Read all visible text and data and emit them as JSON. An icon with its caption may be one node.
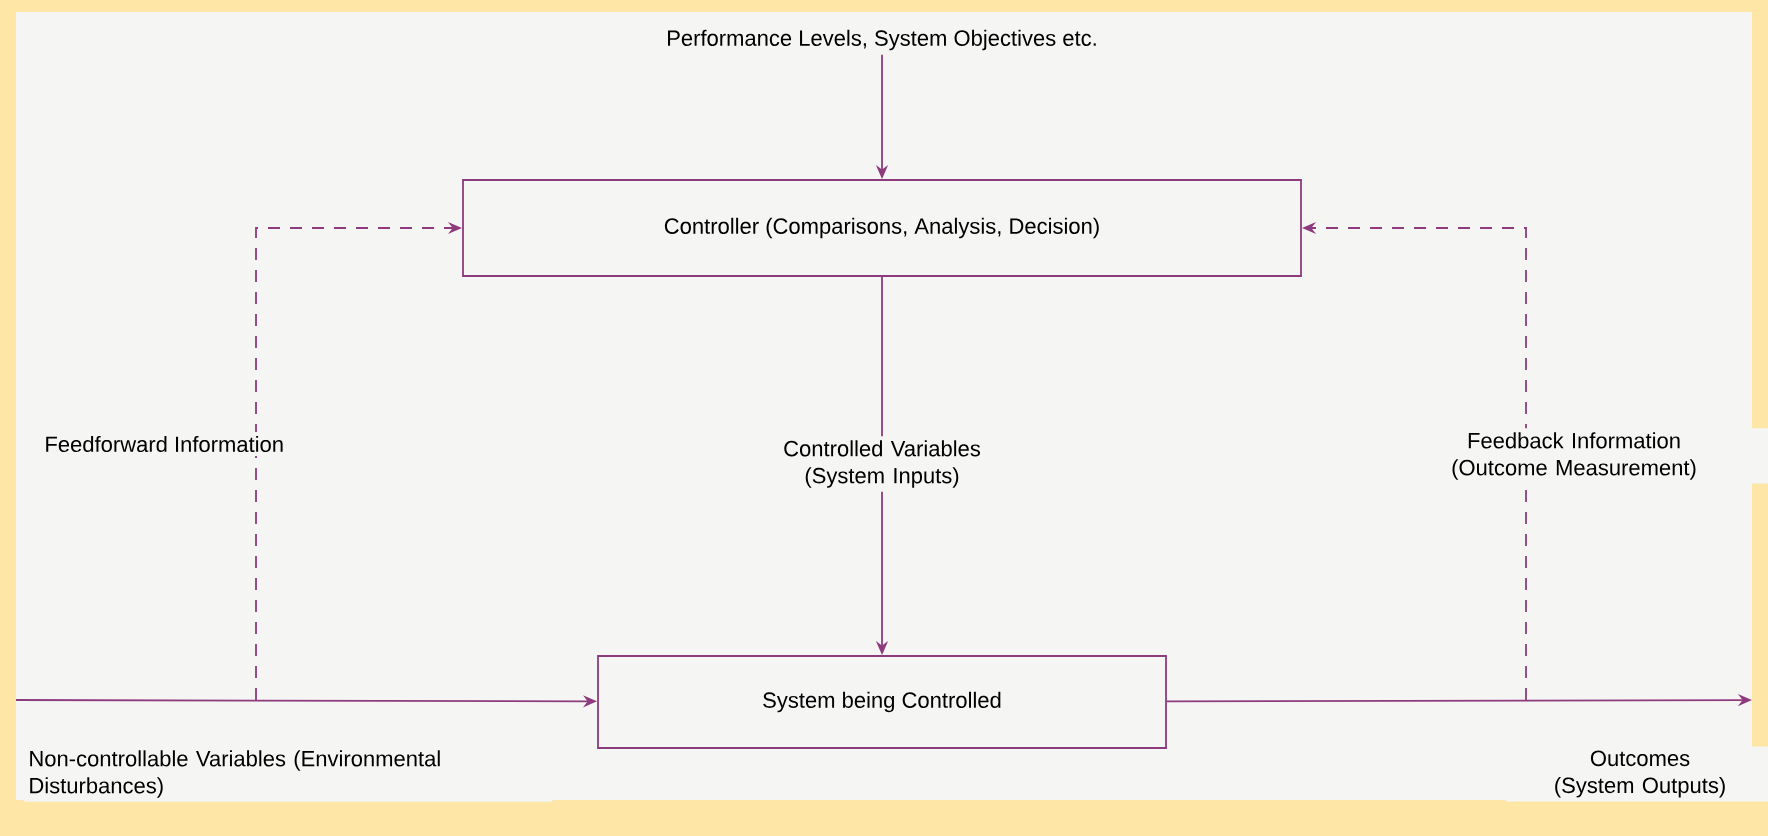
{
  "diagram": {
    "nodes": [
      {
        "text": [
          "Performance Levels, System Objectives etc."
        ]
      },
      {
        "text": [
          "Controller (Comparisons, Analysis, Decision)"
        ]
      },
      {
        "text": [
          "System being Controlled"
        ]
      }
    ],
    "edges": [
      {
        "from": 0,
        "to": 1,
        "arrow": "to"
      },
      {
        "from": 1,
        "to": 2,
        "arrow": "to",
        "label": "Controlled Variables (System Inputs)"
      },
      {
        "from": null,
        "to": 2,
        "arrow": "to",
        "label": "Non-controllable Variables (Environmental Disturbances)"
      },
      {
        "from": 2,
        "to": null,
        "arrow": "to",
        "label": "Outcomes (System Outputs)"
      },
      {
        "from": null,
        "to": 1,
        "arrow": "to",
        "style": "dashed",
        "label": "Feedforward Information"
      },
      {
        "from": null,
        "to": 1,
        "arrow": "to",
        "style": "dashed",
        "label": "Feedback Information (Outcome Measurement)"
      }
    ]
  }
}
